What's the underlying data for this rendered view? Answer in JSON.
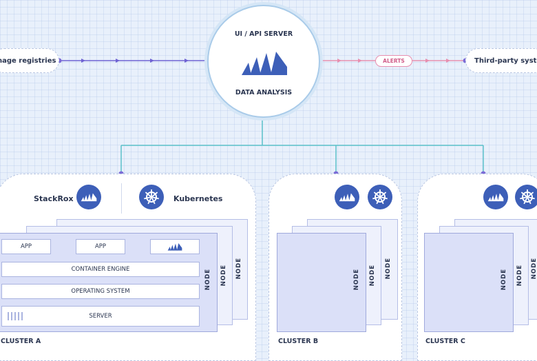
{
  "top": {
    "left_pill": "Image registries",
    "right_pill": "Third-party systems",
    "hub_title": "UI / API SERVER",
    "hub_subtitle": "DATA ANALYSIS",
    "alerts": "ALERTS"
  },
  "cluster_a": {
    "label": "CLUSTER A",
    "stackrox": "StackRox",
    "kubernetes": "Kubernetes",
    "app1": "APP",
    "app2": "APP",
    "container_engine": "CONTAINER ENGINE",
    "operating_system": "OPERATING SYSTEM",
    "server": "SERVER",
    "nodes": [
      "NODE",
      "NODE",
      "NODE"
    ]
  },
  "cluster_b": {
    "label": "CLUSTER B",
    "nodes": [
      "NODE",
      "NODE",
      "NODE"
    ]
  },
  "cluster_c": {
    "label": "CLUSTER C",
    "nodes": [
      "NODE",
      "NODE",
      "NODE"
    ]
  },
  "colors": {
    "accent": "#3d5fb8",
    "link_left": "#6f62d3",
    "link_right": "#e78fb0",
    "tree": "#5bc1c9",
    "node_dot": "#7b6bd6"
  },
  "icons": [
    "stackrox-logo-icon",
    "kubernetes-wheel-icon"
  ]
}
